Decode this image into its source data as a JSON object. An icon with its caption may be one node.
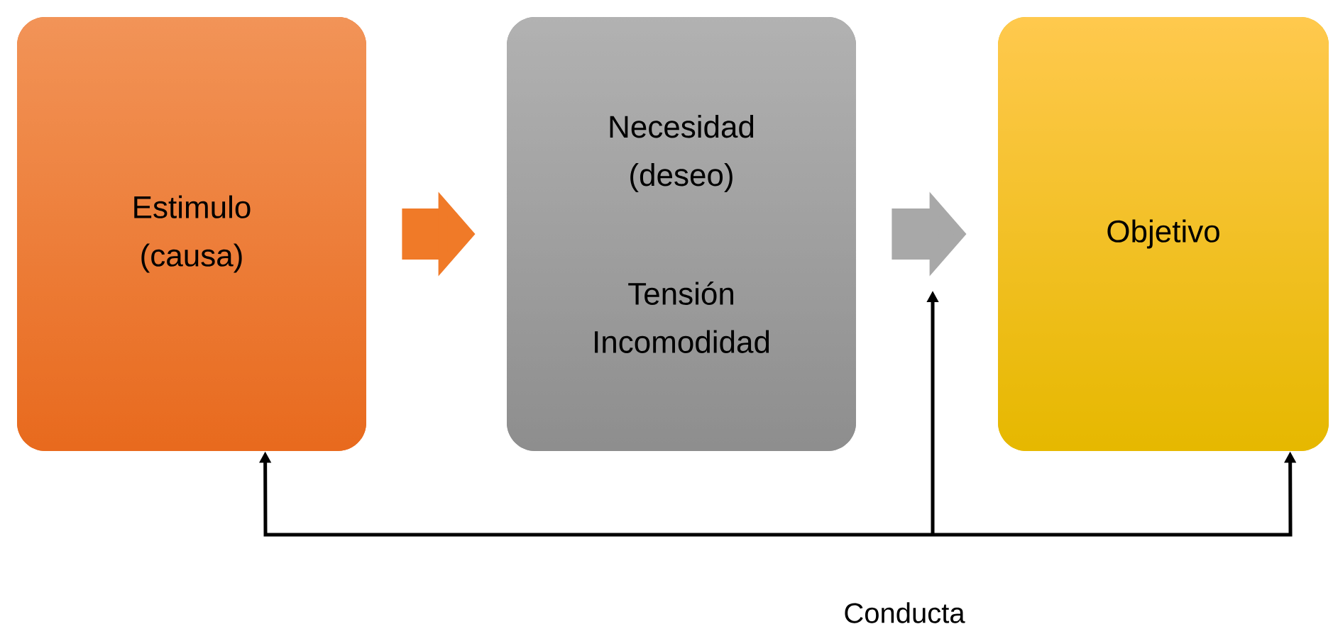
{
  "diagram": {
    "nodes": [
      {
        "text": [
          "Estimulo (causa)"
        ]
      },
      {
        "text": [
          "Necesidad (deseo)",
          "Tensión Incomodidad"
        ]
      },
      {
        "text": [
          "Objetivo"
        ]
      }
    ],
    "edges": [
      {
        "from": 0,
        "to": 1,
        "arrow": "to",
        "style": "thick",
        "color": "#f07a28"
      },
      {
        "from": 1,
        "to": 2,
        "arrow": "to",
        "style": "thick",
        "color": "#a8a8a8"
      },
      {
        "from": null,
        "to": 0,
        "arrow": "to"
      },
      {
        "from": null,
        "to": 2,
        "arrow": "to"
      }
    ],
    "labels": [
      "Conducta"
    ]
  }
}
